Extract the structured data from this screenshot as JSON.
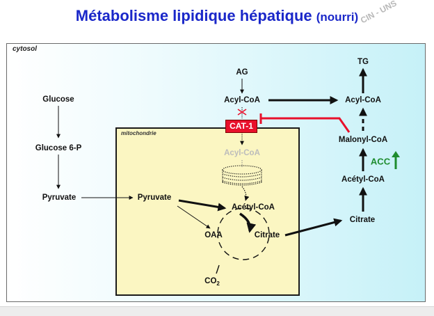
{
  "title": {
    "main": "Métabolisme lipidique hépatique",
    "paren": "(nourri)"
  },
  "watermark": "CIN - UNS",
  "regions": {
    "cytosol": "cytosol",
    "mitochondrie": "mitochondrie"
  },
  "nodes": {
    "glucose": "Glucose",
    "glucose6p": "Glucose 6-P",
    "pyruvate_cyto": "Pyruvate",
    "pyruvate_mito": "Pyruvate",
    "ag": "AG",
    "acylcoa_cyto": "Acyl-CoA",
    "acylcoa_right": "Acyl-CoA",
    "tg": "TG",
    "malonylcoa": "Malonyl-CoA",
    "acc": "ACC",
    "acetylcoa_cyto": "Acétyl-CoA",
    "citrate_cyto": "Citrate",
    "cat1": "CAT-1",
    "acylcoa_mito": "Acyl-CoA",
    "acetylcoa_mito": "Acétyl-CoA",
    "oaa": "OAA",
    "citrate_mito": "Citrate",
    "co2": "CO",
    "co2_sub": "2"
  },
  "colors": {
    "title": "#1a27c9",
    "inhibition": "#e8102b",
    "acc": "#1e8c2e",
    "faded": "#bcbcbc"
  }
}
